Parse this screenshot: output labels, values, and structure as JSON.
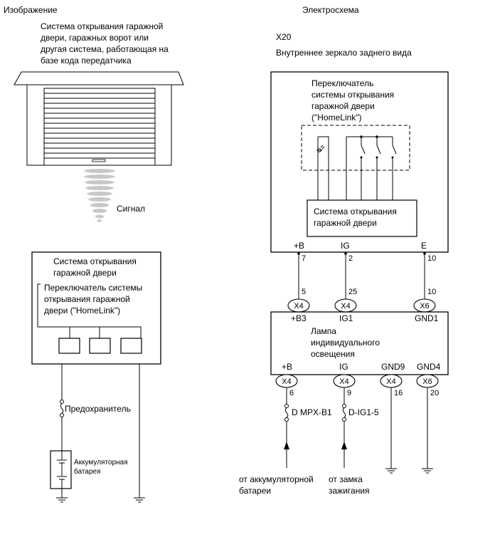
{
  "left": {
    "header": "Изображение",
    "source_lines": [
      "Система открывания гаражной",
      "двери, гаражных ворот или",
      "другая система, работающая на",
      "базе кода передатчика"
    ],
    "signal": "Сигнал",
    "unit_lines": [
      "Система открывания",
      "гаражной двери"
    ],
    "switch_lines": [
      "Переключатель системы",
      "открывания гаражной",
      "двери (\"HomeLink\")"
    ],
    "fuse": "Предохранитель",
    "battery_lines": [
      "Аккумуляторная",
      "батарея"
    ]
  },
  "right": {
    "header": "Электросхема",
    "connector_id": "X20",
    "connector_name": "Внутреннее зеркало заднего вида",
    "switch_lines": [
      "Переключатель",
      "системы открывания",
      "гаражной двери",
      "(\"HomeLink\")"
    ],
    "unit_lines": [
      "Система открывания",
      "гаражной двери"
    ],
    "pins_top": [
      {
        "name": "+B",
        "pin": "7"
      },
      {
        "name": "IG",
        "pin": "2"
      },
      {
        "name": "E",
        "pin": "10"
      }
    ],
    "mid_connectors": [
      {
        "pin": "5",
        "conn": "X4",
        "name": "+B3"
      },
      {
        "pin": "25",
        "conn": "X4",
        "name": "IG1"
      },
      {
        "pin": "10",
        "conn": "X6",
        "name": "GND1"
      }
    ],
    "lamp_lines": [
      "Лампа",
      "индивидуального",
      "освещения"
    ],
    "bottom_connectors": [
      {
        "name": "+B",
        "conn": "X4",
        "pin": "6"
      },
      {
        "name": "IG",
        "conn": "X4",
        "pin": "9"
      },
      {
        "name": "GND9",
        "conn": "X4",
        "pin": "16"
      },
      {
        "name": "GND4",
        "conn": "X6",
        "pin": "20"
      }
    ],
    "fuses": [
      "D MPX-B1",
      "D-IG1-5"
    ],
    "sources": [
      {
        "lines": [
          "от аккумуляторной",
          "батареи"
        ]
      },
      {
        "lines": [
          "от замка",
          "зажигания"
        ]
      }
    ]
  }
}
